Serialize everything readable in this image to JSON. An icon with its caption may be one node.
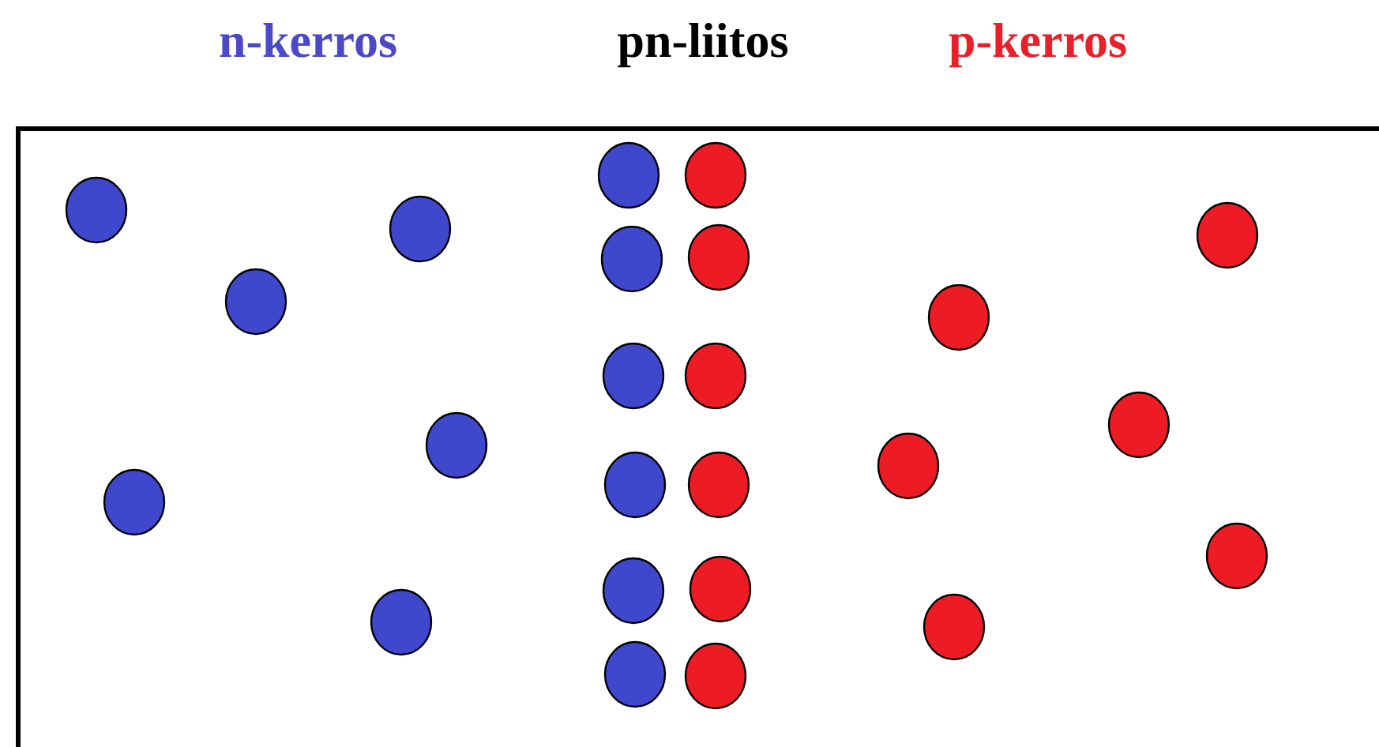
{
  "diagram": {
    "labels": [
      "n-kerros",
      "pn-liitos",
      "p-kerros"
    ]
  }
}
